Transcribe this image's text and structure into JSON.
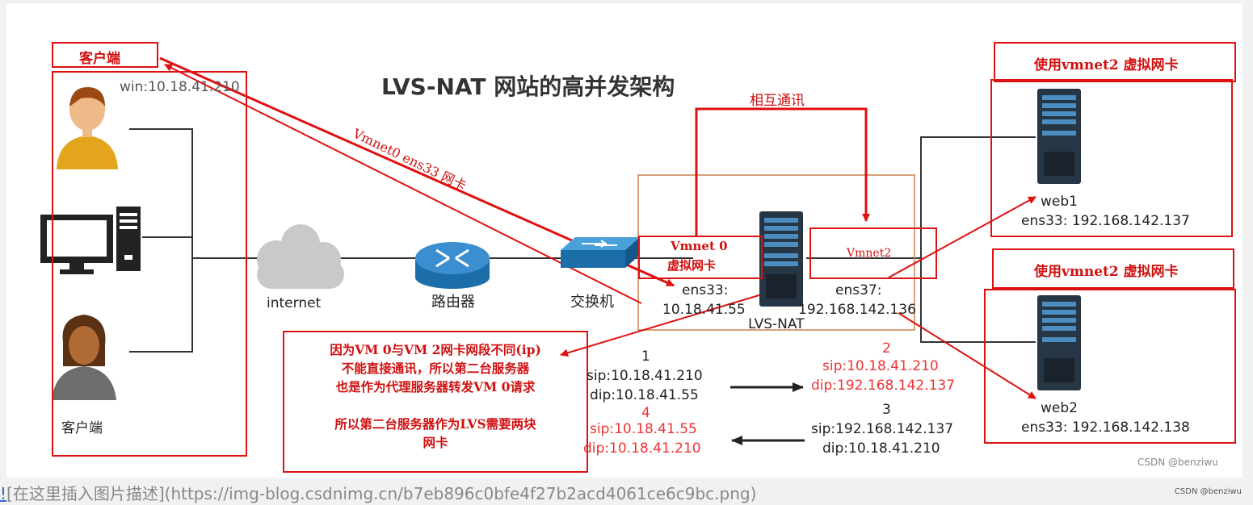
{
  "diagram": {
    "title": "LVS-NAT 网站的高并发架构",
    "client_label_top": "客户端",
    "client_label_bottom": "客户端",
    "win_ip": "win:10.18.41.210",
    "internet": "internet",
    "router": "路由器",
    "switch": "交换机",
    "lvs_name": "LVS-NAT",
    "ens33_label": "ens33:",
    "ens33_ip": "10.18.41.55",
    "ens37_label": "ens37:",
    "ens37_ip": "192.168.142.136",
    "vmnet0_line1": "Vmnet 0",
    "vmnet0_line2": "虚拟网卡",
    "vmnet2": "Vmnet2",
    "mutual_comm": "相互通讯",
    "vmnet0_ens33": "Vmnet0 ens33 网卡",
    "web1_box": "使用vmnet2 虚拟网卡",
    "web2_box": "使用vmnet2 虚拟网卡",
    "web1_name": "web1",
    "web1_ip": "ens33: 192.168.142.137",
    "web2_name": "web2",
    "web2_ip": "ens33: 192.168.142.138",
    "note_lines": [
      "因为VM 0与VM 2网卡网段不同(ip)",
      "不能直接通讯，所以第二台服务器",
      "也是作为代理服务器转发VM 0请求",
      "",
      "所以第二台服务器作为LVS需要两块",
      "网卡"
    ],
    "step1": {
      "num": "1",
      "sip": "sip:10.18.41.210",
      "dip": "dip:10.18.41.55"
    },
    "step2": {
      "num": "2",
      "sip": "sip:10.18.41.210",
      "dip": "dip:192.168.142.137"
    },
    "step3": {
      "num": "3",
      "sip": "sip:192.168.142.137",
      "dip": "dip:10.18.41.210"
    },
    "step4": {
      "num": "4",
      "sip": "sip:10.18.41.55",
      "dip": "dip:10.18.41.210"
    },
    "watermark_inner": "CSDN @benziwu"
  },
  "footer": {
    "lead": "!",
    "link_text": "[在这里插入图片描述](https://img-blog.csdnimg.cn/b7eb896c0bfe4f27b2acd4061ce6c9bc.png)",
    "watermark": "CSDN @benziwu"
  },
  "colors": {
    "accent_red": "#e01010",
    "line_dark": "#222222",
    "lvs_box": "#c8814f"
  }
}
